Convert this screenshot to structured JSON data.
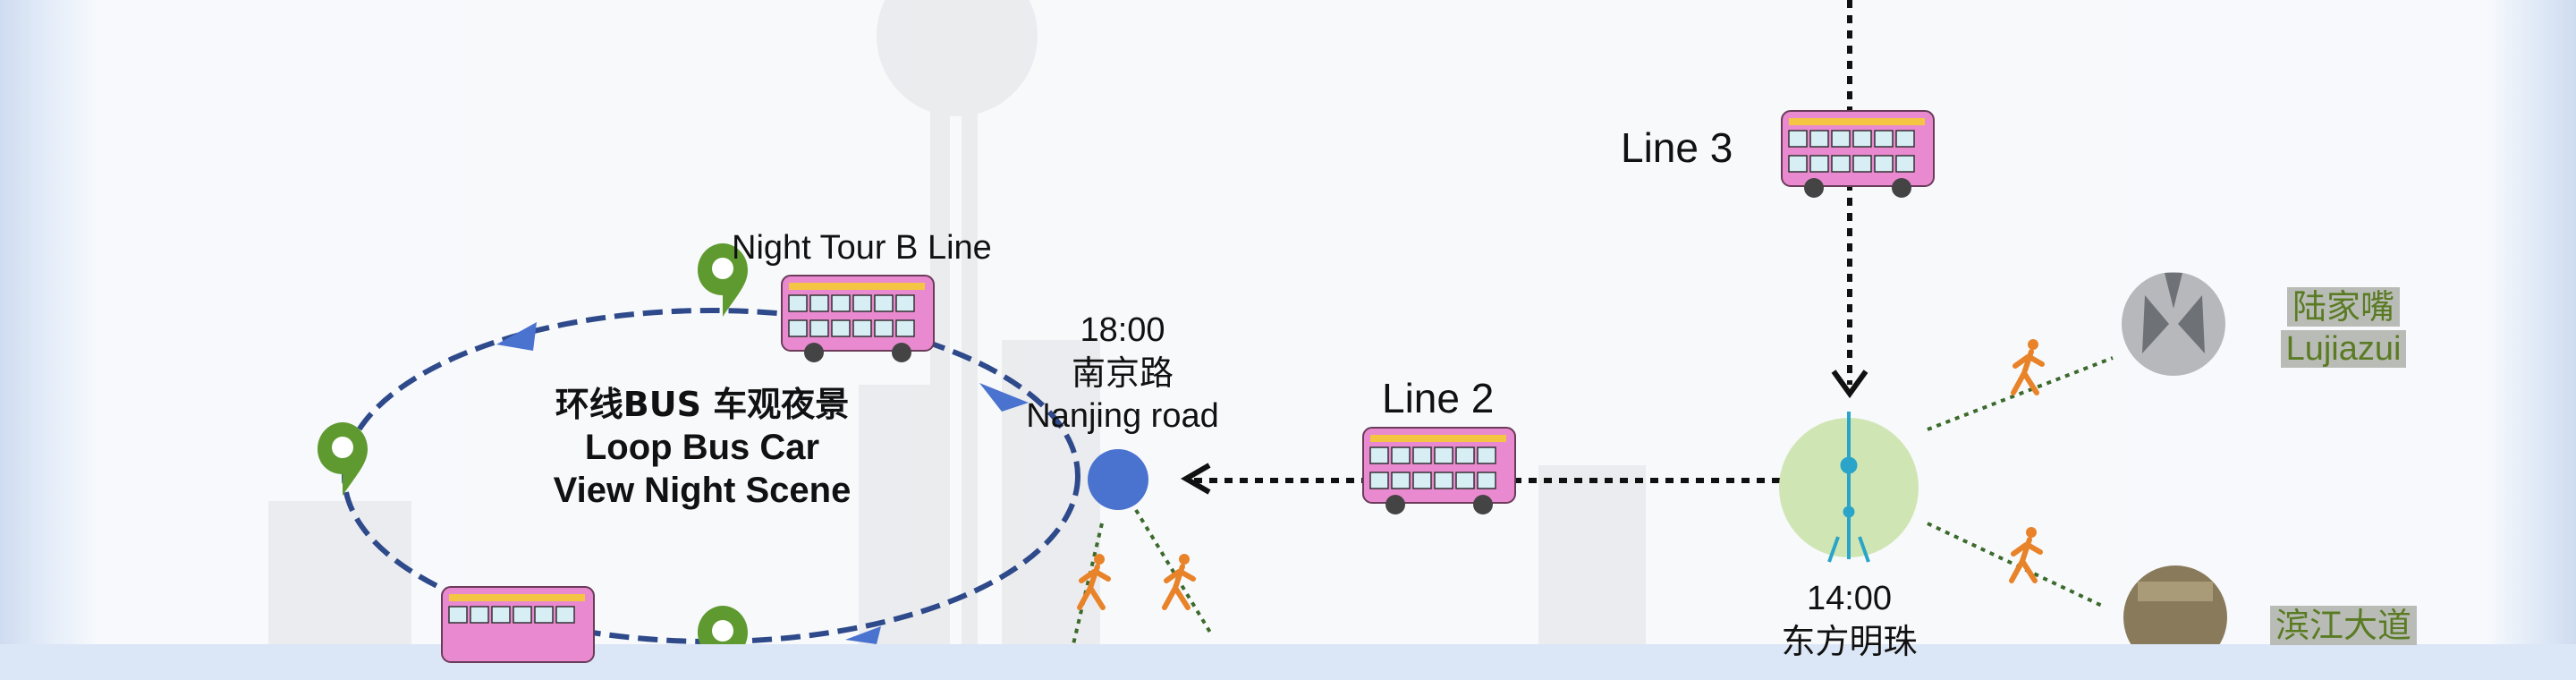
{
  "labels": {
    "line3": "Line 3",
    "line2": "Line 2",
    "night_tour": "Night Tour B Line",
    "loop_cn": "环线BUS 车观夜景",
    "loop_en1": "Loop Bus Car",
    "loop_en2": "View Night Scene",
    "nanjing_time": "18:00",
    "nanjing_cn": "南京路",
    "nanjing_en": "Nanjing road",
    "pearl_time": "14:00",
    "pearl_cn": "东方明珠",
    "lujiazui_cn": "陆家嘴",
    "lujiazui_en": "Lujiazui",
    "binjiang_cn": "滨江大道"
  },
  "icons": {
    "bus": "double-decker-bus-icon",
    "pin": "map-pin-icon",
    "walker": "walking-person-icon",
    "tower": "oriental-pearl-tower-icon",
    "photo": "city-photo-icon"
  },
  "colors": {
    "loop_dash": "#2e4a8a",
    "arrow_blue": "#4a72cf",
    "pin_green": "#5e9a30",
    "walker_orange": "#e8832a",
    "bus_pink": "#e98ad0",
    "pearl_circle": "#cfe6b4",
    "highlight_bg": "#b9bcb6",
    "highlight_text": "#5a7b24"
  }
}
